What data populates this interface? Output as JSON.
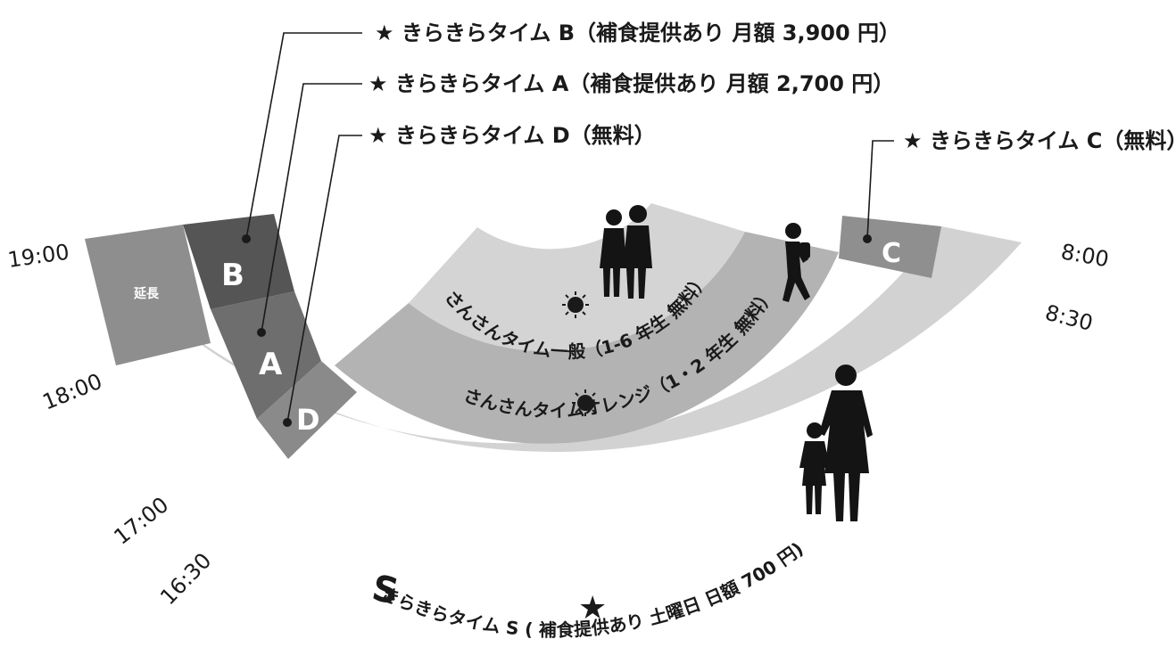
{
  "legend": {
    "kirakira_b": "★ きらきらタイム B（補食提供あり 月額 3,900 円）",
    "kirakira_a": "★ きらきらタイム A（補食提供あり 月額 2,700 円）",
    "kirakira_d": "★ きらきらタイム D（無料）",
    "kirakira_c": "★ きらきらタイム C（無料）"
  },
  "times": {
    "t1900": "19:00",
    "t1800": "18:00",
    "t1700": "17:00",
    "t1630": "16:30",
    "t0800": "8:00",
    "t0830": "8:30"
  },
  "zones": {
    "enchou": "延長",
    "b": "B",
    "a": "A",
    "d": "D",
    "c": "C",
    "s": "S"
  },
  "arcs": {
    "sansan_general": "さんさんタイム一般（1-6 年生 無料）",
    "sansan_orange": "さんさんタイムオレンジ（1・2 年生 無料）",
    "kirakira_s": "きらきらタイム S ( 補食提供あり 土曜日 日額 700 円)"
  },
  "colors": {
    "outer_band": "#d2d2d2",
    "enchou": "#8e8e8e",
    "zone_b": "#555555",
    "zone_a": "#6e6e6e",
    "zone_d": "#8a8a8a",
    "zone_c": "#8f8f8f",
    "middle_band": "#b3b3b3",
    "inner_band": "#d4d4d4"
  }
}
